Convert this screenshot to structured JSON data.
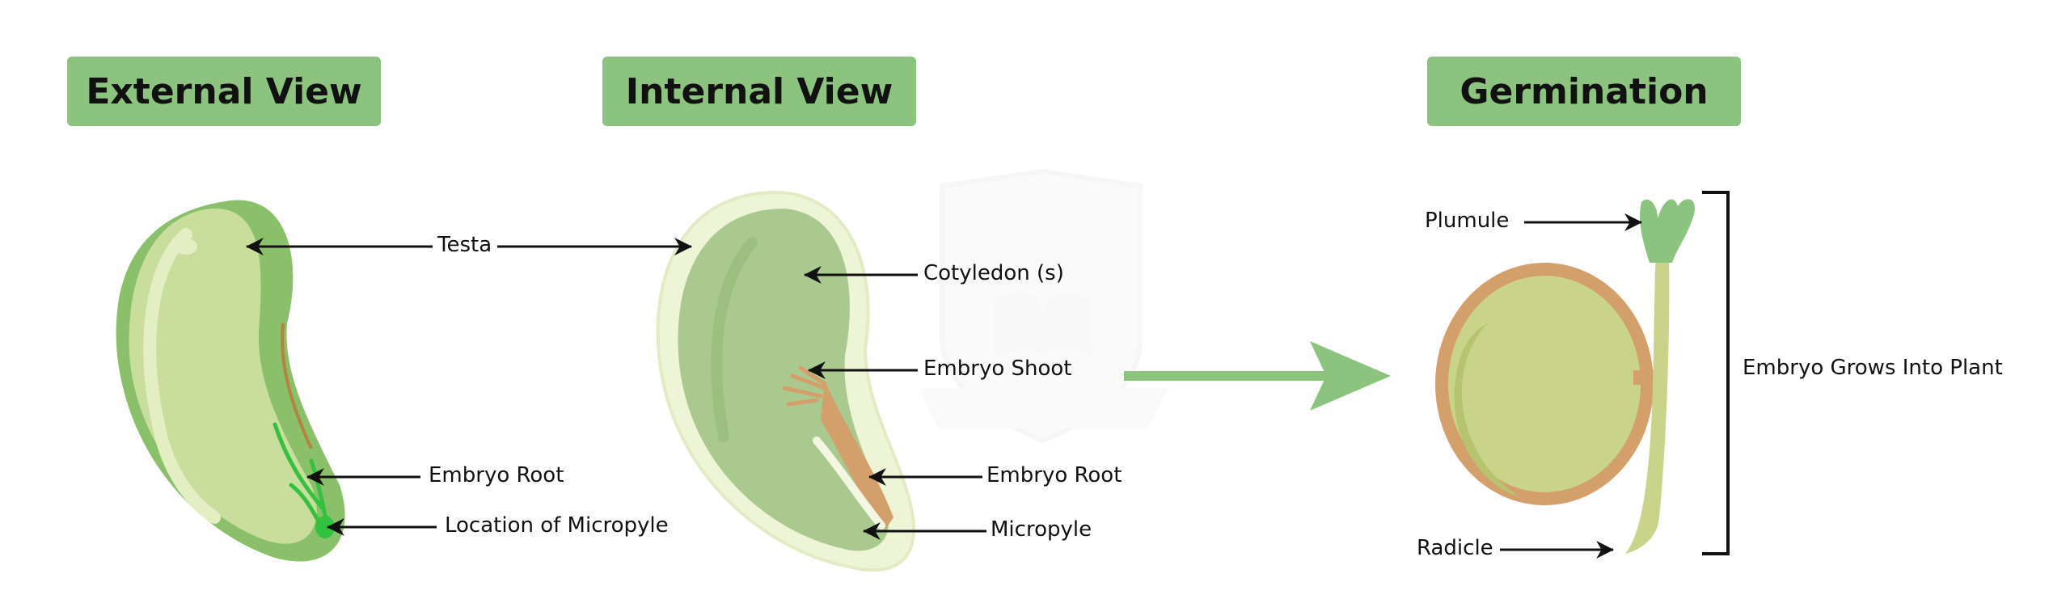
{
  "headings": {
    "external": "External View",
    "internal": "Internal View",
    "germination": "Germination"
  },
  "labels": {
    "testa": "Testa",
    "cotyledon": "Cotyledon (s)",
    "embryo_shoot": "Embryo Shoot",
    "embryo_root_external": "Embryo Root",
    "location_micropyle": "Location of Micropyle",
    "embryo_root_internal": "Embryo Root",
    "micropyle": "Micropyle",
    "plumule": "Plumule",
    "radicle": "Radicle",
    "embryo_grows": "Embryo Grows Into Plant"
  },
  "colors": {
    "badge": "#8cc47f",
    "seed_outer": "#8bc06a",
    "seed_inner": "#c9dd9c",
    "testa_internal": "#eef4d6",
    "cotyledon": "#a9c98f",
    "embryo": "#d3a06b",
    "transition_arrow": "#8cc47f"
  },
  "icons": [
    "double-arrow-icon",
    "arrow-icon",
    "transition-arrow-icon",
    "bracket-icon",
    "watermark-shield-icon"
  ]
}
